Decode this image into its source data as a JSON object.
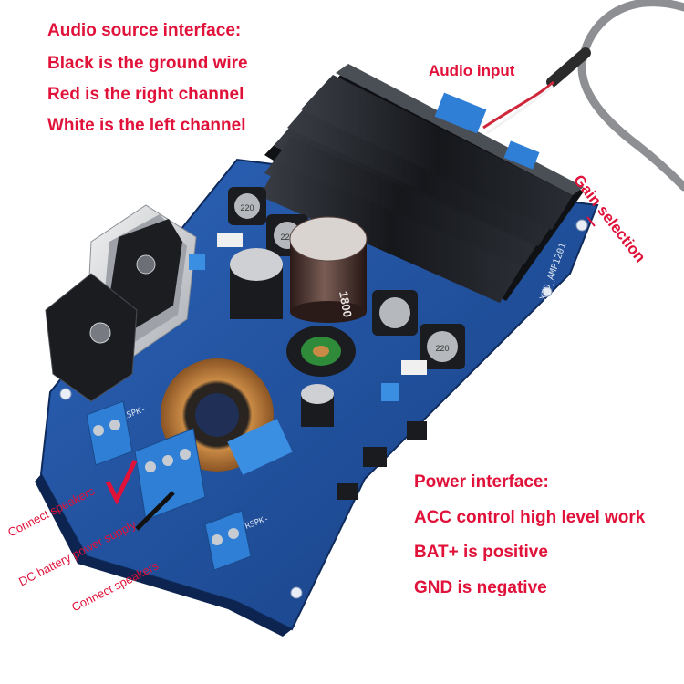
{
  "audio_source": {
    "title": "Audio source interface:",
    "line1": "Black is the ground wire",
    "line2": "Red is the right channel",
    "line3": "White is the left channel"
  },
  "audio_input": "Audio input",
  "gain_selection": "Gain selection",
  "power_interface": {
    "title": "Power interface:",
    "line1": "ACC control high level work",
    "line2": "BAT+ is positive",
    "line3": "GND is negative"
  },
  "left_labels": {
    "speakers_top": "Connect speakers",
    "dc_supply": "DC battery power supply",
    "speakers_bottom": "Connect speakers"
  },
  "board_marks": {
    "model": "XZD_AMP1201",
    "cap_value": "1800",
    "inductor_a": "220",
    "inductor_b": "220",
    "inductor_c": "220",
    "lspk": "LSPK-",
    "rspk": "RSPK-"
  },
  "colors": {
    "label_red": "#e0123a",
    "pcb_blue": "#1f4f9c",
    "heatsink": "#1d1f24",
    "terminal_blue": "#2f7fd6"
  }
}
